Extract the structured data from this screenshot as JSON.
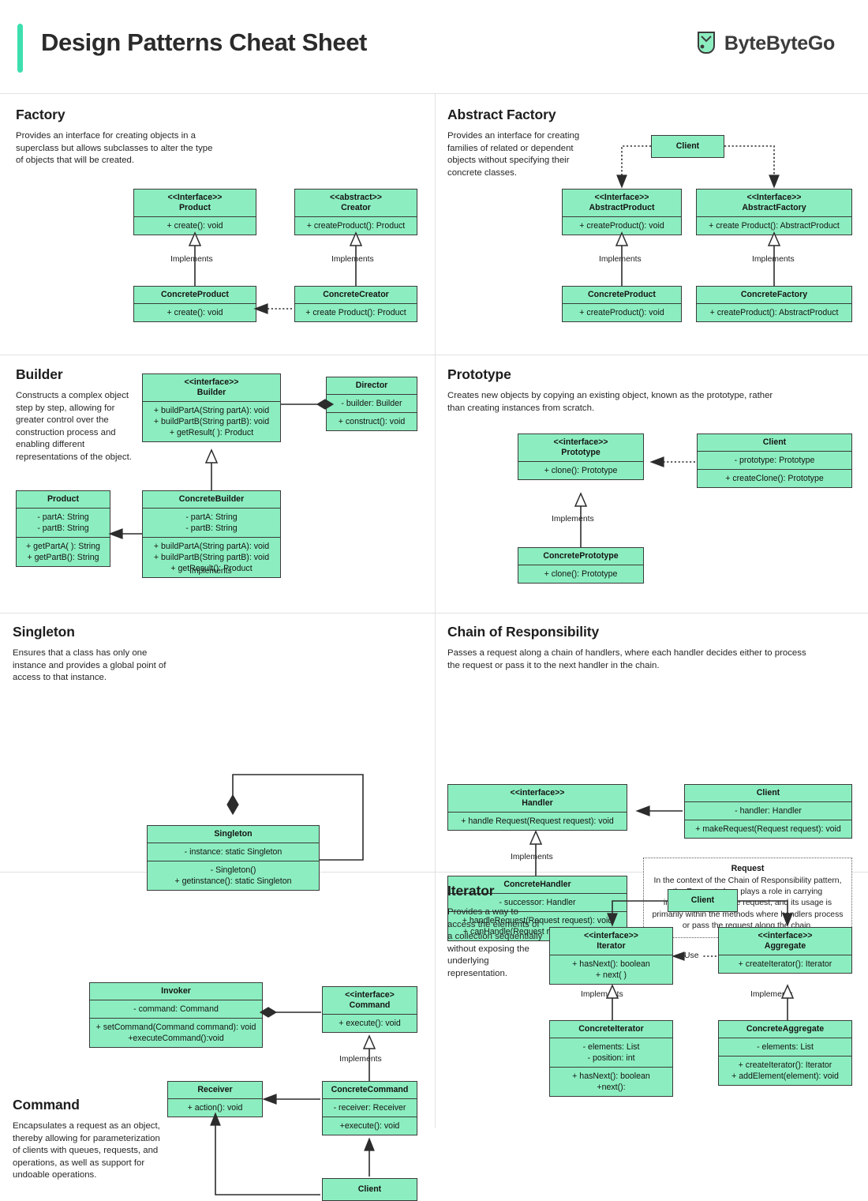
{
  "header": {
    "title": "Design Patterns Cheat Sheet",
    "brand": "ByteByteGo",
    "logo_icon": "bytebytego-logo-icon",
    "accent_color": "#3ddfae"
  },
  "theme": {
    "box_fill": "#8ceec0",
    "box_stroke": "#3a3a3a",
    "page_bg": "#ffffff",
    "divider": "#e2e2e2"
  },
  "labels": {
    "implements": "Implements",
    "use": "Use"
  },
  "sections": {
    "factory": {
      "title": "Factory",
      "desc": "Provides an interface for creating objects in a superclass but allows subclasses to alter the type of objects that will be created.",
      "boxes": {
        "product": {
          "stereotype": "<<Interface>>",
          "name": "Product",
          "rows": [
            "+ create(): void"
          ]
        },
        "creator": {
          "stereotype": "<<abstract>>",
          "name": "Creator",
          "rows": [
            "+ createProduct(): Product"
          ]
        },
        "concrete_product": {
          "name": "ConcreteProduct",
          "rows": [
            "+ create(): void"
          ]
        },
        "concrete_creator": {
          "name": "ConcreteCreator",
          "rows": [
            "+ create Product(): Product"
          ]
        }
      },
      "edges": [
        "Implements",
        "Implements"
      ]
    },
    "abstract_factory": {
      "title": "Abstract Factory",
      "desc": "Provides an interface for creating families of related or dependent objects without specifying their concrete classes.",
      "boxes": {
        "client": {
          "name": "Client",
          "rows": []
        },
        "abstract_product": {
          "stereotype": "<<Interface>>",
          "name": "AbstractProduct",
          "rows": [
            "+ createProduct(): void"
          ]
        },
        "abstract_factory": {
          "stereotype": "<<Interface>>",
          "name": "AbstractFactory",
          "rows": [
            "+ create Product(): AbstractProduct"
          ]
        },
        "concrete_product": {
          "name": "ConcreteProduct",
          "rows": [
            "+ createProduct(): void"
          ]
        },
        "concrete_factory": {
          "name": "ConcreteFactory",
          "rows": [
            "+ createProduct(): AbstractProduct"
          ]
        }
      },
      "edges": [
        "Implements",
        "Implements"
      ]
    },
    "builder": {
      "title": "Builder",
      "desc": "Constructs a complex object step by step, allowing for greater control over the construction process and enabling different representations of the object.",
      "boxes": {
        "builder": {
          "stereotype": "<<interface>>",
          "name": "Builder",
          "rows": [
            "+ buildPartA(String partA): void\n+ buildPartB(String partB): void\n+ getResult( ): Product"
          ]
        },
        "director": {
          "name": "Director",
          "rows": [
            "- builder: Builder",
            "+ construct(): void"
          ]
        },
        "product": {
          "name": "Product",
          "rows": [
            "- partA: String\n- partB: String",
            "+ getPartA( ): String\n+ getPartB(): String"
          ]
        },
        "concrete_builder": {
          "name": "ConcreteBuilder",
          "rows": [
            "- partA: String\n- partB: String",
            "+ buildPartA(String partA): void\n+ buildPartB(String partB): void\n+ getResult(): Product"
          ]
        }
      },
      "edges": [
        "Implements"
      ]
    },
    "prototype": {
      "title": "Prototype",
      "desc": "Creates new objects by copying an existing object, known as the prototype, rather than creating instances from scratch.",
      "boxes": {
        "prototype": {
          "stereotype": "<<interface>>",
          "name": "Prototype",
          "rows": [
            "+ clone(): Prototype"
          ]
        },
        "client": {
          "name": "Client",
          "rows": [
            "- prototype: Prototype",
            "+ createClone(): Prototype"
          ]
        },
        "concrete_prototype": {
          "name": "ConcretePrototype",
          "rows": [
            "+ clone(): Prototype"
          ]
        }
      },
      "edges": [
        "Implements"
      ]
    },
    "singleton": {
      "title": "Singleton",
      "desc": "Ensures that a class has only one instance and provides a global point of access to that instance.",
      "boxes": {
        "singleton": {
          "name": "Singleton",
          "rows": [
            "- instance: static Singleton",
            "- Singleton()\n+ getinstance(): static Singleton"
          ]
        }
      }
    },
    "chain_of_responsibility": {
      "title": "Chain of Responsibility",
      "desc": "Passes a request along a chain of handlers, where each handler decides either to process the request or pass it to the next handler in the chain.",
      "boxes": {
        "handler": {
          "stereotype": "<<interface>>",
          "name": "Handler",
          "rows": [
            "+ handle Request(Request request): void"
          ]
        },
        "client": {
          "name": "Client",
          "rows": [
            "- handler: Handler",
            "+ makeRequest(Request request): void"
          ]
        },
        "concrete_handler": {
          "name": "ConcreteHandler",
          "rows": [
            "- successor: Handler",
            "+ handleRequest(Request request): void\n+ canHandle(Request request): boolean"
          ]
        }
      },
      "note": {
        "title": "Request",
        "body": "In the context of the Chain of Responsibility pattern, the Request class plays a role in carrying information about the request, and its usage is primarily within the methods where handlers process or pass the request along the chain."
      },
      "edges": [
        "Implements"
      ]
    },
    "command": {
      "title": "Command",
      "desc": "Encapsulates a request as an object, thereby allowing for parameterization of clients with queues, requests, and operations, as well as support for undoable operations.",
      "boxes": {
        "invoker": {
          "name": "Invoker",
          "rows": [
            "- command: Command",
            "+ setCommand(Command command): void\n+executeCommand():void"
          ]
        },
        "command": {
          "stereotype": "<<interface>",
          "name": "Command",
          "rows": [
            "+ execute(): void"
          ]
        },
        "receiver": {
          "name": "Receiver",
          "rows": [
            "+ action(): void"
          ]
        },
        "concrete_command": {
          "name": "ConcreteCommand",
          "rows": [
            "- receiver: Receiver",
            "+execute(): void"
          ]
        },
        "client": {
          "name": "Client",
          "rows": []
        }
      },
      "edges": [
        "Implements"
      ]
    },
    "iterator": {
      "title": "Iterator",
      "desc": "Provides a way to access the elements of a collection sequentially without exposing the underlying representation.",
      "boxes": {
        "client": {
          "name": "Client",
          "rows": []
        },
        "iterator": {
          "stereotype": "<<interface>>",
          "name": "Iterator",
          "rows": [
            "+ hasNext(): boolean\n+ next( )"
          ]
        },
        "aggregate": {
          "stereotype": "<<interface>>",
          "name": "Aggregate",
          "rows": [
            "+ createIterator(): Iterator"
          ]
        },
        "concrete_iterator": {
          "name": "ConcreteIterator",
          "rows": [
            "- elements: List\n- position: int",
            "+ hasNext(): boolean\n+next():"
          ]
        },
        "concrete_aggregate": {
          "name": "ConcreteAggregate",
          "rows": [
            "- elements: List",
            "+ createIterator(): Iterator\n+ addElement(element): void"
          ]
        }
      },
      "edges": [
        "Implements",
        "Implements",
        "Use"
      ]
    }
  }
}
